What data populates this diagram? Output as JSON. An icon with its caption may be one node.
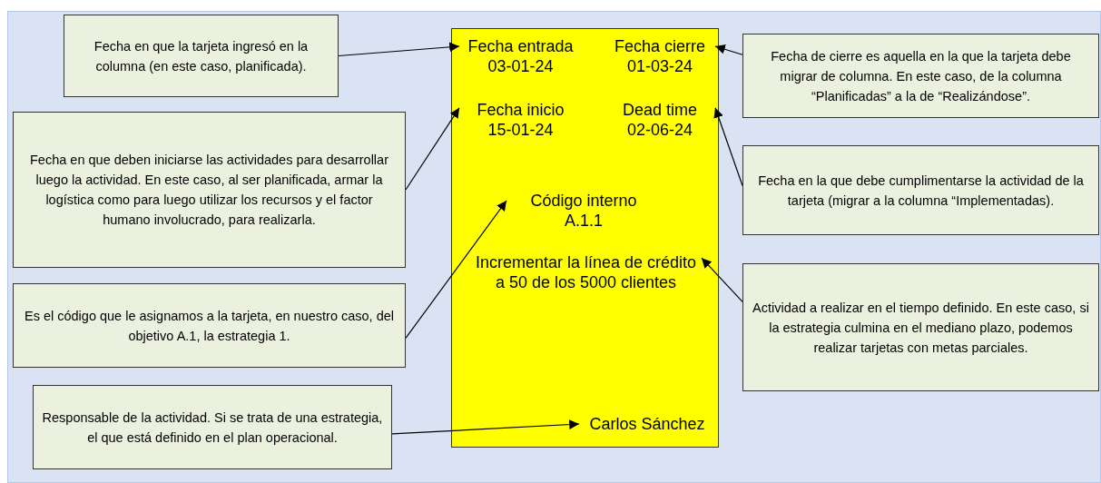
{
  "diagram": {
    "nodes": [
      {
        "text": [],
        "shape": "box"
      },
      {
        "text": [
          "Fecha entrada",
          "03-01-24"
        ],
        "in": 0
      },
      {
        "text": [
          "Fecha cierre",
          "01-03-24"
        ],
        "in": 0
      },
      {
        "text": [
          "Fecha inicio",
          "15-01-24"
        ],
        "in": 0
      },
      {
        "text": [
          "Dead time",
          "02-06-24"
        ],
        "in": 0
      },
      {
        "text": [
          "Código interno",
          "A.1.1"
        ],
        "in": 0
      },
      {
        "text": [
          "Incrementar la línea de crédito a 50 de los 5000 clientes"
        ],
        "in": 0
      },
      {
        "text": [
          "Carlos Sánchez"
        ],
        "in": 0
      },
      {
        "text": [
          "Fecha en que la tarjeta ingresó en la columna (en este caso, planificada)."
        ]
      },
      {
        "text": [
          "Fecha en que deben iniciarse las actividades para desarrollar luego la actividad. En este caso, al ser planificada, armar la logística como para luego utilizar los recursos y el factor humano involucrado, para realizarla."
        ]
      },
      {
        "text": [
          "Es el código que le asignamos a la tarjeta, en nuestro caso, del objetivo A.1, la estrategia 1."
        ]
      },
      {
        "text": [
          "Responsable de la actividad. Si se trata de una estrategia, el que está definido en el plan operacional."
        ]
      },
      {
        "text": [
          "Fecha de cierre es aquella en la que la tarjeta debe migrar de columna. En este caso, de la columna “Planificadas” a la de “Realizándose”."
        ]
      },
      {
        "text": [
          "Fecha en la que debe cumplimentarse la actividad de la tarjeta (migrar a la columna “Implementadas)."
        ]
      },
      {
        "text": [
          "Actividad a realizar en el tiempo definido. En este caso, si la estrategia culmina en el mediano plazo, podemos realizar tarjetas con metas parciales."
        ]
      }
    ],
    "edges": [
      {
        "from": 8,
        "to": 1,
        "arrow": "to"
      },
      {
        "from": 9,
        "to": 3,
        "arrow": "to"
      },
      {
        "from": 10,
        "to": 5,
        "arrow": "to"
      },
      {
        "from": 11,
        "to": 7,
        "arrow": "to"
      },
      {
        "from": 12,
        "to": 2,
        "arrow": "to"
      },
      {
        "from": 13,
        "to": 4,
        "arrow": "to"
      },
      {
        "from": 14,
        "to": 6,
        "arrow": "to"
      }
    ]
  }
}
